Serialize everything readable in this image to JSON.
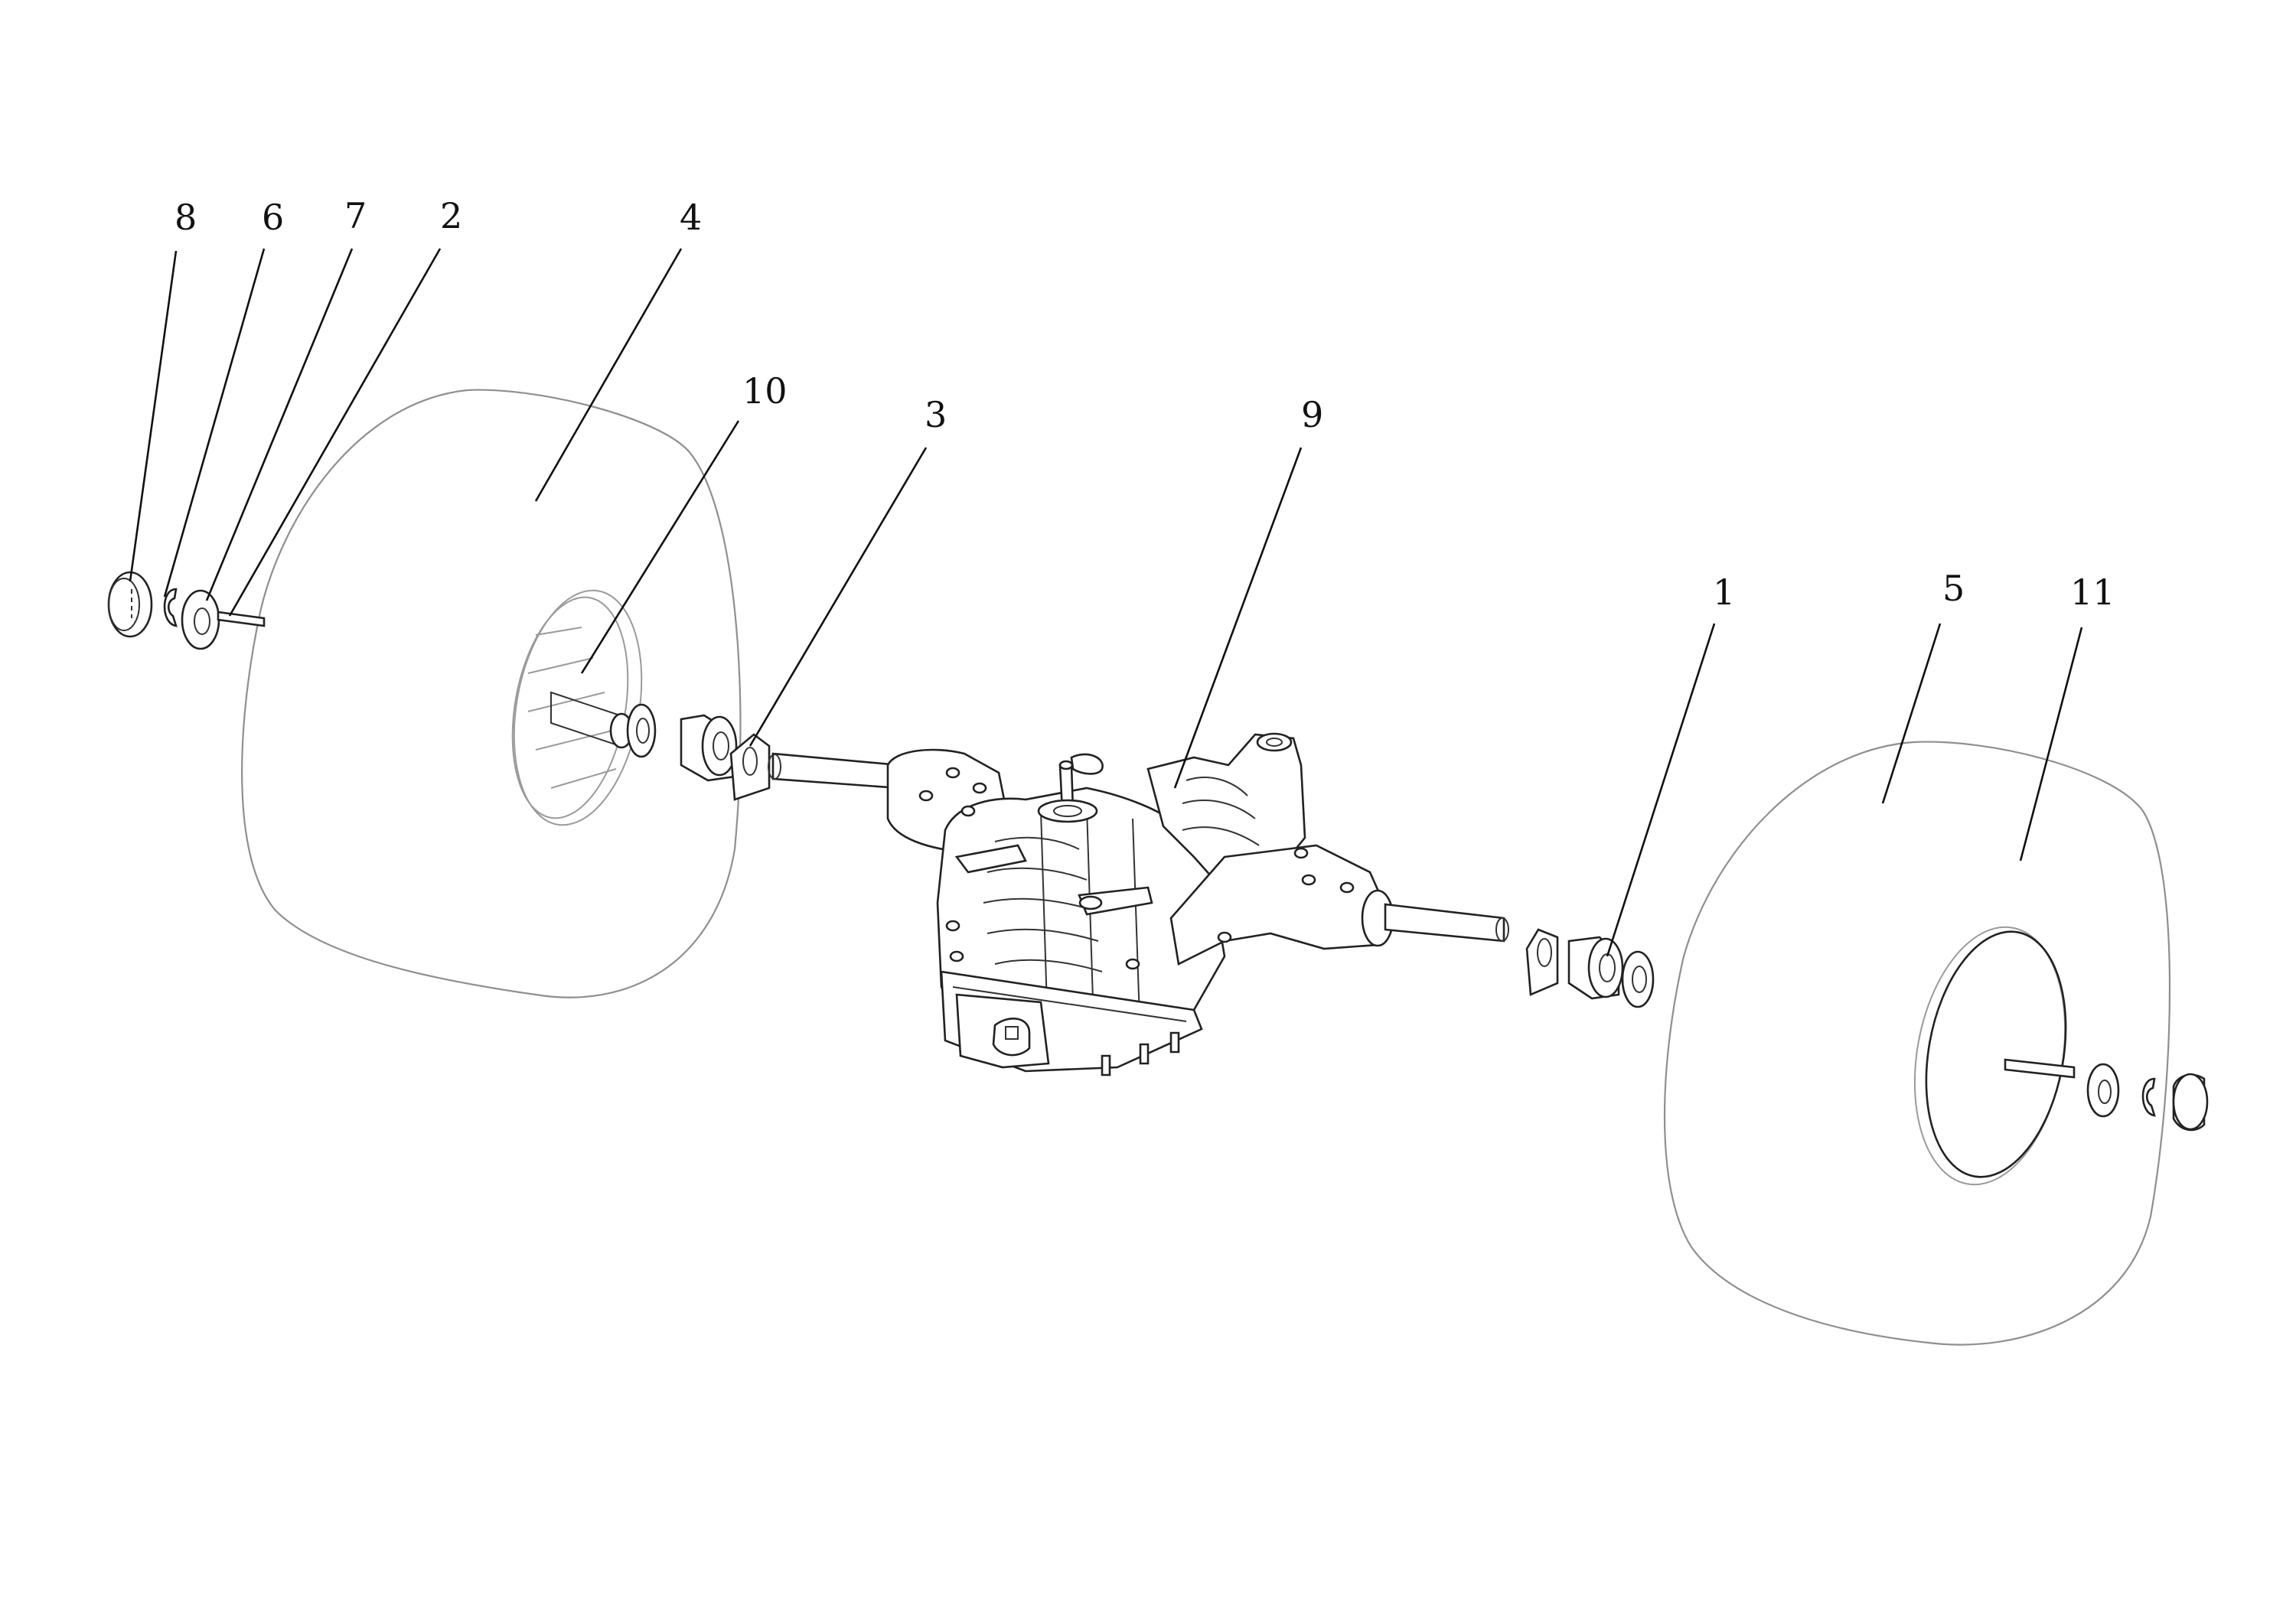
{
  "callouts": {
    "c1": "1",
    "c2": "2",
    "c3": "3",
    "c4": "4",
    "c5": "5",
    "c6": "6",
    "c7": "7",
    "c8": "8",
    "c9": "9",
    "c10": "10",
    "c11": "11"
  },
  "colors": {
    "line": "#111111",
    "tire_outline": "#8f8f8f",
    "background": "#ffffff"
  }
}
